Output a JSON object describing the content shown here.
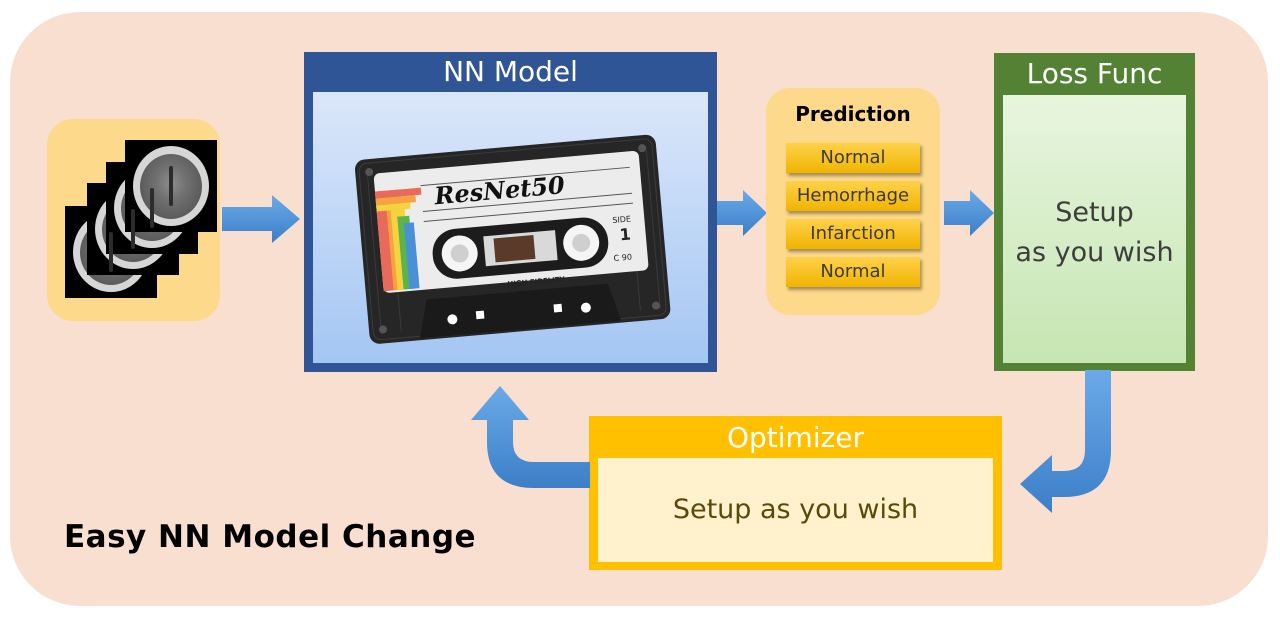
{
  "input": {
    "label": ""
  },
  "nn_model": {
    "title": "NN Model",
    "cassette_label": "ResNet50",
    "side_label": "SIDE",
    "side_number": "1",
    "tape_type": "C 90",
    "fidelity": "HIGH FIDELITY"
  },
  "prediction": {
    "title": "Prediction",
    "items": [
      "Normal",
      "Hemorrhage",
      "Infarction",
      "Normal"
    ]
  },
  "loss_func": {
    "title": "Loss Func",
    "text_line1": "Setup",
    "text_line2": "as you wish"
  },
  "optimizer": {
    "title": "Optimizer",
    "text": "Setup as you wish"
  },
  "footer": {
    "text": "Easy NN Model Change"
  },
  "colors": {
    "background": "#f9dfd0",
    "nn_model": "#2f5597",
    "loss_func": "#548235",
    "optimizer": "#ffc000",
    "prediction_box": "#fdd98c",
    "arrow": "#4a8fd6"
  }
}
